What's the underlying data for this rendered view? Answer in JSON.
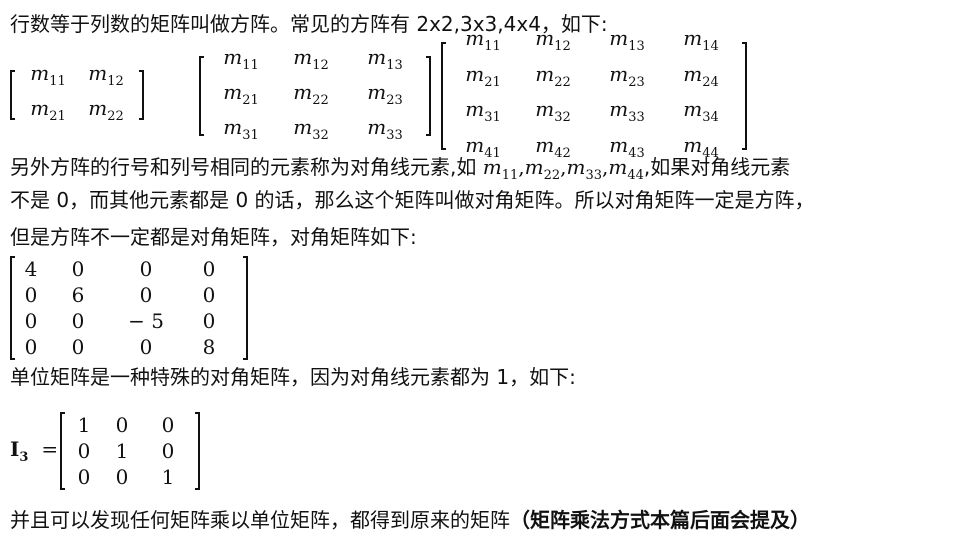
{
  "text": {
    "intro": "行数等于列数的矩阵叫做方阵。常见的方阵有 2x2,3x3,4x4，如下:",
    "diag_line1_pre": "另外方阵的行号和列号相同的元素称为对角线元素,如 ",
    "diag_line1_post": ",如果对角线元素",
    "diag_line2": "不是 0，而其他元素都是 0 的话，那么这个矩阵叫做对角矩阵。所以对角矩阵一定是方阵，",
    "diag_line3": "但是方阵不一定都是对角矩阵，对角矩阵如下:",
    "identity_intro": "单位矩阵是一种特殊的对角矩阵，因为对角线元素都为 1，如下:",
    "final_pre": "并且可以发现任何矩阵乘以单位矩阵，都得到原来的矩阵",
    "final_bold": "（矩阵乘法方式本篇后面会提及）"
  },
  "diag_elements": [
    "m11",
    "m22",
    "m33",
    "m44"
  ],
  "matrix_2x2": [
    [
      "m11",
      "m12"
    ],
    [
      "m21",
      "m22"
    ]
  ],
  "matrix_3x3": [
    [
      "m11",
      "m12",
      "m13"
    ],
    [
      "m21",
      "m22",
      "m23"
    ],
    [
      "m31",
      "m32",
      "m33"
    ]
  ],
  "matrix_4x4": [
    [
      "m11",
      "m12",
      "m13",
      "m14"
    ],
    [
      "m21",
      "m22",
      "m23",
      "m24"
    ],
    [
      "m31",
      "m32",
      "m33",
      "m34"
    ],
    [
      "m41",
      "m42",
      "m43",
      "m44"
    ]
  ],
  "diagonal_matrix": [
    [
      "4",
      "0",
      "0",
      "0"
    ],
    [
      "0",
      "6",
      "0",
      "0"
    ],
    [
      "0",
      "0",
      "− 5",
      "0"
    ],
    [
      "0",
      "0",
      "0",
      "8"
    ]
  ],
  "identity_label": {
    "base": "I",
    "sub": "3",
    "eq": "="
  },
  "identity_matrix": [
    [
      "1",
      "0",
      "0"
    ],
    [
      "0",
      "1",
      "0"
    ],
    [
      "0",
      "0",
      "1"
    ]
  ]
}
